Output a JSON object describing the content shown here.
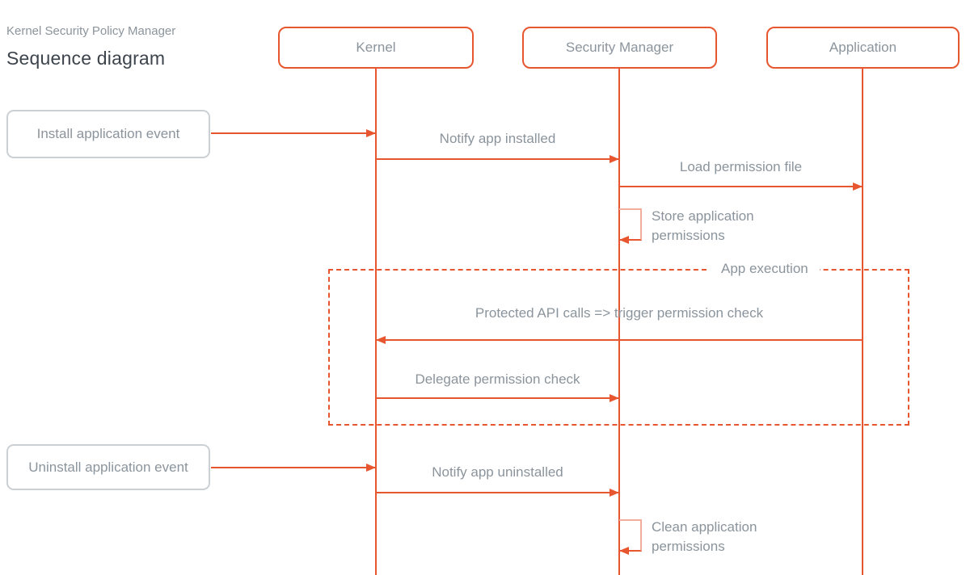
{
  "title": {
    "kicker": "Kernel Security Policy Manager",
    "heading": "Sequence diagram"
  },
  "actors": [
    {
      "name": "Kernel"
    },
    {
      "name": "Security Manager"
    },
    {
      "name": "Application"
    }
  ],
  "events": [
    {
      "label": "Install application event",
      "target": "Kernel"
    },
    {
      "label": "Uninstall application event",
      "target": "Kernel"
    }
  ],
  "messages": [
    {
      "label": "Notify app installed",
      "from": "Kernel",
      "to": "Security Manager"
    },
    {
      "label": "Load permission file",
      "from": "Security Manager",
      "to": "Application"
    },
    {
      "label": "Store application permissions",
      "type": "self",
      "on": "Security Manager"
    },
    {
      "label": "Protected API calls => trigger permission check",
      "from": "Application",
      "to": "Kernel"
    },
    {
      "label": "Delegate permission check",
      "from": "Kernel",
      "to": "Security Manager"
    },
    {
      "label": "Notify app uninstalled",
      "from": "Kernel",
      "to": "Security Manager"
    },
    {
      "label": "Clean application permissions",
      "type": "self",
      "on": "Security Manager"
    }
  ],
  "group": {
    "label": "App execution"
  },
  "colors": {
    "accent": "#E8562F",
    "accent_light": "#F3AD9B",
    "text_gray": "#8B949C",
    "heading": "#3D444C",
    "event_border": "#CBD0D5"
  }
}
